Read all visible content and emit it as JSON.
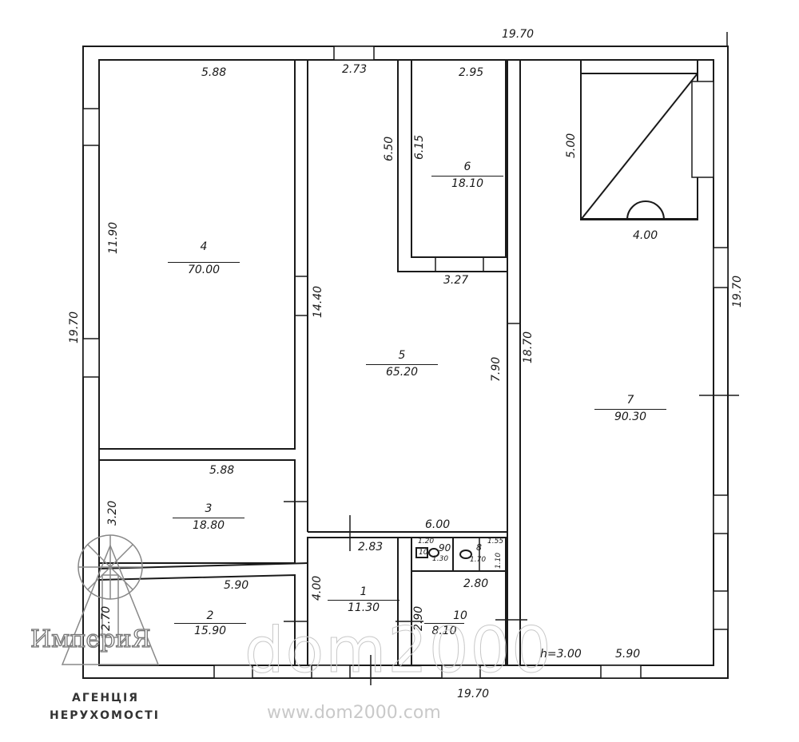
{
  "plan": {
    "dimensions": {
      "top_overall": "19.70",
      "bottom_overall": "19.70",
      "left_overall": "19.70",
      "right_overall": "19.70",
      "r4_width": "5.88",
      "r4_length": "11.90",
      "corridor_top": "2.73",
      "r6_width": "2.95",
      "r6_length": "6.15",
      "corridor_length": "6.50",
      "r5_left_height": "14.40",
      "r5_width": "3.27",
      "r5_height": "7.90",
      "r5_bottom": "6.00",
      "r7_length": "18.70",
      "stair_length": "5.00",
      "stair_width": "4.00",
      "r3_width": "5.88",
      "r3_height": "3.20",
      "r2_width": "5.90",
      "r2_height": "2.70",
      "r1_width": "2.83",
      "r1_height": "4.00",
      "r10_width": "2.80",
      "r10_height": "2.90",
      "r7_bottom": "5.90",
      "ceiling_height": "h=3.00",
      "r9_w": "1.20",
      "r9_h": "1.30",
      "r8_w": "1.55",
      "r8_w2": "1.70",
      "r8_h": "1.10",
      "wc_small": "10",
      "r9_num": "9",
      "r9_area": "90"
    },
    "rooms": [
      {
        "number": "1",
        "area": "11.30"
      },
      {
        "number": "2",
        "area": "15.90"
      },
      {
        "number": "3",
        "area": "18.80"
      },
      {
        "number": "4",
        "area": "70.00"
      },
      {
        "number": "5",
        "area": "65.20"
      },
      {
        "number": "6",
        "area": "18.10"
      },
      {
        "number": "7",
        "area": "90.30"
      },
      {
        "number": "8",
        "area": ""
      },
      {
        "number": "10",
        "area": "8.10"
      }
    ]
  },
  "branding": {
    "logo_name": "ИмпериЯ",
    "logo_line1": "АГЕНЦІЯ",
    "logo_line2": "НЕРУХОМОСТІ",
    "watermark_big": "dom2000",
    "watermark_url": "www.dom2000.com"
  },
  "colors": {
    "ink": "#1a1a1a",
    "watermark": "#d4d4d4"
  }
}
